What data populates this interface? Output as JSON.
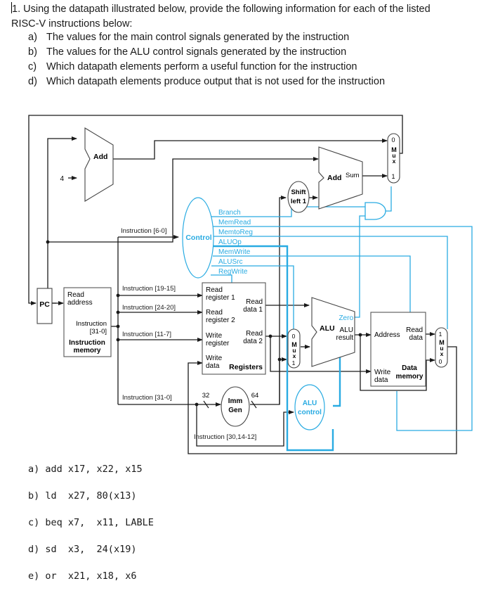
{
  "question": {
    "number": "1.",
    "line1": "Using the datapath illustrated below, provide the following information for each of the listed",
    "line2": "RISC-V instructions below:",
    "parts": [
      {
        "label": "a)",
        "text": "The values for the main control signals generated by the instruction"
      },
      {
        "label": "b)",
        "text": "The values for the ALU control signals generated by the instruction"
      },
      {
        "label": "c)",
        "text": "Which datapath elements perform a useful function for the instruction"
      },
      {
        "label": "d)",
        "text": "Which datapath elements produce output that is not used for the instruction"
      }
    ]
  },
  "diagram": {
    "colors": {
      "datapath": "#1a1a1a",
      "control": "#29abe2",
      "box": "#555555"
    },
    "pc_label": "PC",
    "add1_label": "Add",
    "add2_label": "Add",
    "sum_label": "Sum",
    "four_label": "4",
    "shift_label_1": "Shift",
    "shift_label_2": "left 1",
    "control_label": "Control",
    "control_signals": [
      "Branch",
      "MemRead",
      "MemtoReg",
      "ALUOp",
      "MemWrite",
      "ALUSrc",
      "RegWrite"
    ],
    "instr_fields": {
      "opcode": "Instruction [6-0]",
      "rs1": "Instruction [19-15]",
      "rs2": "Instruction [24-20]",
      "rd": "Instruction [11-7]",
      "full": "Instruction [31-0]",
      "funct": "Instruction [30,14-12]"
    },
    "imem": {
      "read_address_1": "Read",
      "read_address_2": "address",
      "instr_1": "Instruction",
      "instr_2": "[31-0]",
      "title_1": "Instruction",
      "title_2": "memory"
    },
    "regs": {
      "rr1_1": "Read",
      "rr1_2": "register 1",
      "rr2_1": "Read",
      "rr2_2": "register 2",
      "wr_1": "Write",
      "wr_2": "register",
      "wd_1": "Write",
      "wd_2": "data",
      "rd1_1": "Read",
      "rd1_2": "data 1",
      "rd2_1": "Read",
      "rd2_2": "data 2",
      "title": "Registers"
    },
    "immgen": {
      "label_1": "Imm",
      "label_2": "Gen",
      "in_width": "32",
      "out_width": "64"
    },
    "alu": {
      "label": "ALU",
      "zero": "Zero",
      "result_1": "ALU",
      "result_2": "result"
    },
    "alu_control": {
      "label_1": "ALU",
      "label_2": "control"
    },
    "dmem": {
      "address": "Address",
      "read_1": "Read",
      "read_2": "data",
      "write_1": "Write",
      "write_2": "data",
      "title_1": "Data",
      "title_2": "memory"
    },
    "mux": {
      "m": "M",
      "u": "u",
      "x": "x",
      "zero": "0",
      "one": "1"
    }
  },
  "instructions": [
    {
      "label": "a)",
      "text": "add x17, x22, x15"
    },
    {
      "label": "b)",
      "text": "ld  x27, 80(x13)"
    },
    {
      "label": "c)",
      "text": "beq x7,  x11, LABLE"
    },
    {
      "label": "d)",
      "text": "sd  x3,  24(x19)"
    },
    {
      "label": "e)",
      "text": "or  x21, x18, x6"
    }
  ]
}
